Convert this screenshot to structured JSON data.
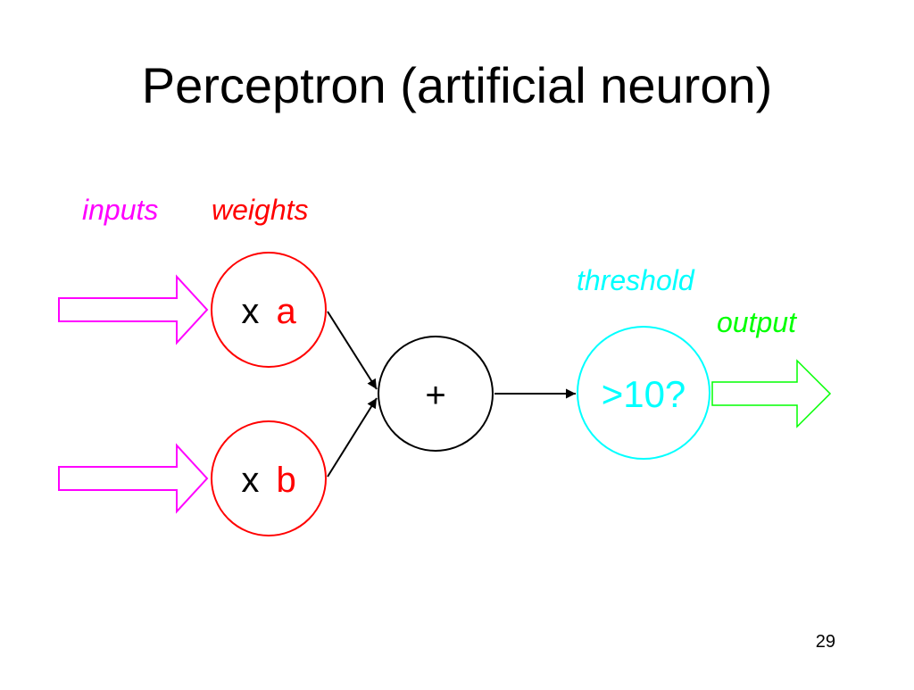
{
  "slide": {
    "title": "Perceptron (artificial neuron)",
    "page_number": "29"
  },
  "labels": {
    "inputs": "inputs",
    "weights": "weights",
    "threshold": "threshold",
    "output": "output"
  },
  "nodes": {
    "weight_a_prefix": "x",
    "weight_a_var": "a",
    "weight_b_prefix": "x",
    "weight_b_var": "b",
    "sum": "+",
    "threshold": ">10?"
  },
  "colors": {
    "inputs": "#ff00ff",
    "weights": "#ff0000",
    "threshold": "#00ffff",
    "output": "#00ff00",
    "sum": "#000000"
  }
}
